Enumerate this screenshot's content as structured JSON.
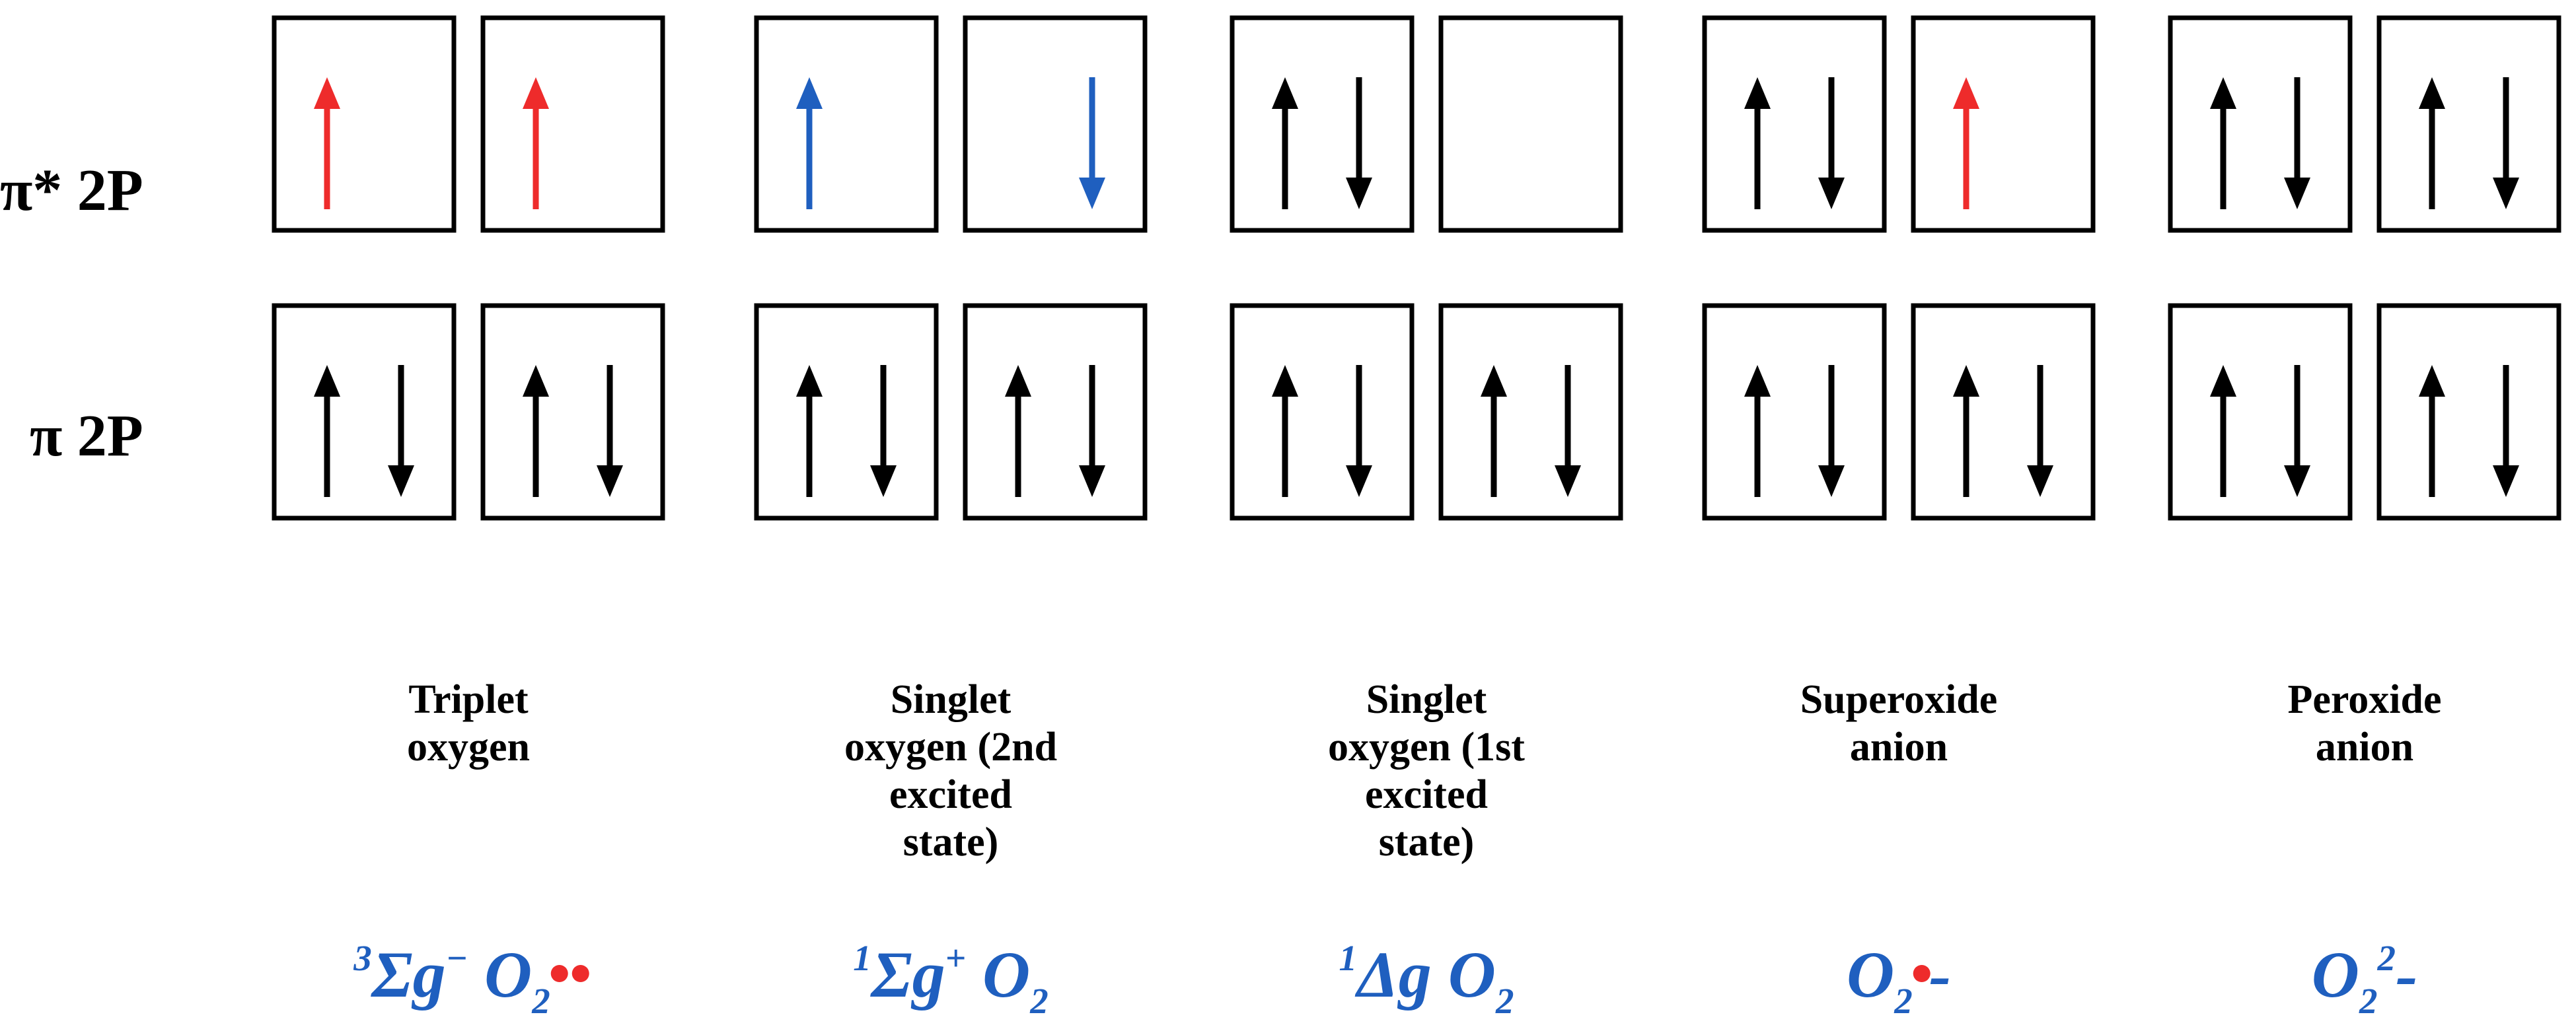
{
  "row_labels": {
    "antibonding": "π* 2P",
    "bonding": "π 2P"
  },
  "colors": {
    "black": "#000000",
    "red": "#ee2b2b",
    "blue": "#1f5fbf",
    "term_text": "#1f5fbf",
    "radical_dot": "#ee2b2b"
  },
  "species": [
    {
      "name_lines": [
        "Triplet",
        "oxygen"
      ],
      "orbitals": {
        "antibonding": [
          [
            {
              "spin": "up",
              "color": "red"
            }
          ],
          [
            {
              "spin": "up",
              "color": "red"
            }
          ]
        ],
        "bonding": [
          [
            {
              "spin": "up",
              "color": "black"
            },
            {
              "spin": "down",
              "color": "black"
            }
          ],
          [
            {
              "spin": "up",
              "color": "black"
            },
            {
              "spin": "down",
              "color": "black"
            }
          ]
        ]
      },
      "term": {
        "prefix_sup": "3",
        "main": "Σg",
        "main_sup": "−",
        "formula": "O",
        "formula_sub": "2",
        "suffix_sup": "",
        "suffix": "",
        "radical_dots": 2
      }
    },
    {
      "name_lines": [
        "Singlet",
        "oxygen (2nd",
        "excited",
        "state)"
      ],
      "orbitals": {
        "antibonding": [
          [
            {
              "spin": "up",
              "color": "blue"
            }
          ],
          [
            {
              "spin": "down",
              "color": "blue"
            }
          ]
        ],
        "bonding": [
          [
            {
              "spin": "up",
              "color": "black"
            },
            {
              "spin": "down",
              "color": "black"
            }
          ],
          [
            {
              "spin": "up",
              "color": "black"
            },
            {
              "spin": "down",
              "color": "black"
            }
          ]
        ]
      },
      "term": {
        "prefix_sup": "1",
        "main": "Σg",
        "main_sup": "+",
        "formula": "O",
        "formula_sub": "2",
        "suffix_sup": "",
        "suffix": "",
        "radical_dots": 0
      }
    },
    {
      "name_lines": [
        "Singlet",
        "oxygen (1st",
        "excited",
        "state)"
      ],
      "orbitals": {
        "antibonding": [
          [
            {
              "spin": "up",
              "color": "black"
            },
            {
              "spin": "down",
              "color": "black"
            }
          ],
          []
        ],
        "bonding": [
          [
            {
              "spin": "up",
              "color": "black"
            },
            {
              "spin": "down",
              "color": "black"
            }
          ],
          [
            {
              "spin": "up",
              "color": "black"
            },
            {
              "spin": "down",
              "color": "black"
            }
          ]
        ]
      },
      "term": {
        "prefix_sup": "1",
        "main": "Δg",
        "main_sup": "",
        "formula": "O",
        "formula_sub": "2",
        "suffix_sup": "",
        "suffix": "",
        "radical_dots": 0
      }
    },
    {
      "name_lines": [
        "Superoxide",
        "anion"
      ],
      "orbitals": {
        "antibonding": [
          [
            {
              "spin": "up",
              "color": "black"
            },
            {
              "spin": "down",
              "color": "black"
            }
          ],
          [
            {
              "spin": "up",
              "color": "red"
            }
          ]
        ],
        "bonding": [
          [
            {
              "spin": "up",
              "color": "black"
            },
            {
              "spin": "down",
              "color": "black"
            }
          ],
          [
            {
              "spin": "up",
              "color": "black"
            },
            {
              "spin": "down",
              "color": "black"
            }
          ]
        ]
      },
      "term": {
        "prefix_sup": "",
        "main": "",
        "main_sup": "",
        "formula": "O",
        "formula_sub": "2",
        "suffix_sup": "",
        "suffix": "-",
        "radical_dots": 1
      }
    },
    {
      "name_lines": [
        "Peroxide",
        "anion"
      ],
      "orbitals": {
        "antibonding": [
          [
            {
              "spin": "up",
              "color": "black"
            },
            {
              "spin": "down",
              "color": "black"
            }
          ],
          [
            {
              "spin": "up",
              "color": "black"
            },
            {
              "spin": "down",
              "color": "black"
            }
          ]
        ],
        "bonding": [
          [
            {
              "spin": "up",
              "color": "black"
            },
            {
              "spin": "down",
              "color": "black"
            }
          ],
          [
            {
              "spin": "up",
              "color": "black"
            },
            {
              "spin": "down",
              "color": "black"
            }
          ]
        ]
      },
      "term": {
        "prefix_sup": "",
        "main": "",
        "main_sup": "",
        "formula": "O",
        "formula_sub": "2",
        "suffix_sup": "2",
        "suffix": "-",
        "radical_dots": 0
      }
    }
  ]
}
